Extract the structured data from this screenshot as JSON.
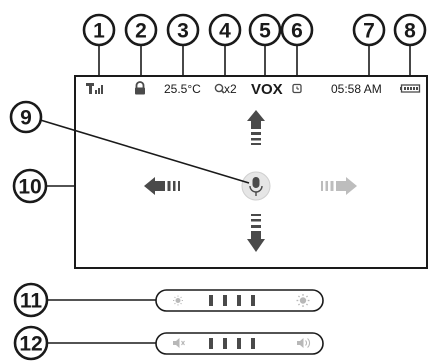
{
  "callouts": [
    "1",
    "2",
    "3",
    "4",
    "5",
    "6",
    "7",
    "8",
    "9",
    "10",
    "11",
    "12"
  ],
  "status_bar": {
    "temperature": "25.5°C",
    "zoom": "x2",
    "vox": "VOX",
    "time": "05:58 AM",
    "icons": [
      "signal-icon",
      "lock-icon",
      "zoom-icon",
      "timer-icon",
      "battery-icon"
    ]
  },
  "screen": {
    "center_icon": "microphone-icon",
    "arrows": [
      "arrow-up",
      "arrow-down",
      "arrow-left",
      "arrow-right"
    ]
  },
  "sliders": [
    {
      "name": "brightness",
      "left_icon": "sun-low-icon",
      "right_icon": "sun-high-icon",
      "segments": 4
    },
    {
      "name": "volume",
      "left_icon": "mute-icon",
      "right_icon": "speaker-icon",
      "segments": 4
    }
  ],
  "colors": {
    "ink": "#1a1a1a",
    "icon_dark": "#4a4a4a",
    "icon_light": "#bdbdbd"
  }
}
